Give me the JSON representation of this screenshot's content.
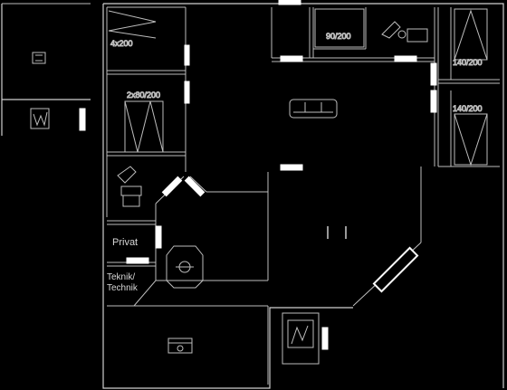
{
  "rooms": {
    "bed_top_left": {
      "size_label": "4x200"
    },
    "bed_left": {
      "size_label": "2x80/200"
    },
    "bed_top_center": {
      "size_label": "90/200"
    },
    "bed_right_top": {
      "size_label": "140/200"
    },
    "bed_right_bottom": {
      "size_label": "140/200"
    },
    "private": {
      "label": "Privat"
    },
    "technical": {
      "label_line1": "Teknik/",
      "label_line2": "Technik"
    }
  },
  "icons": {
    "sofa": "sofa-icon",
    "shower": "shower-icon",
    "toilet": "toilet-icon",
    "sauna": "sauna-icon",
    "heater": "heater-icon",
    "tv": "tv-icon",
    "dishwasher": "dishwasher-icon",
    "washer": "washing-machine-icon"
  },
  "colors": {
    "background": "#000000",
    "wall": "#cfcfcf",
    "door": "#ffffff"
  }
}
